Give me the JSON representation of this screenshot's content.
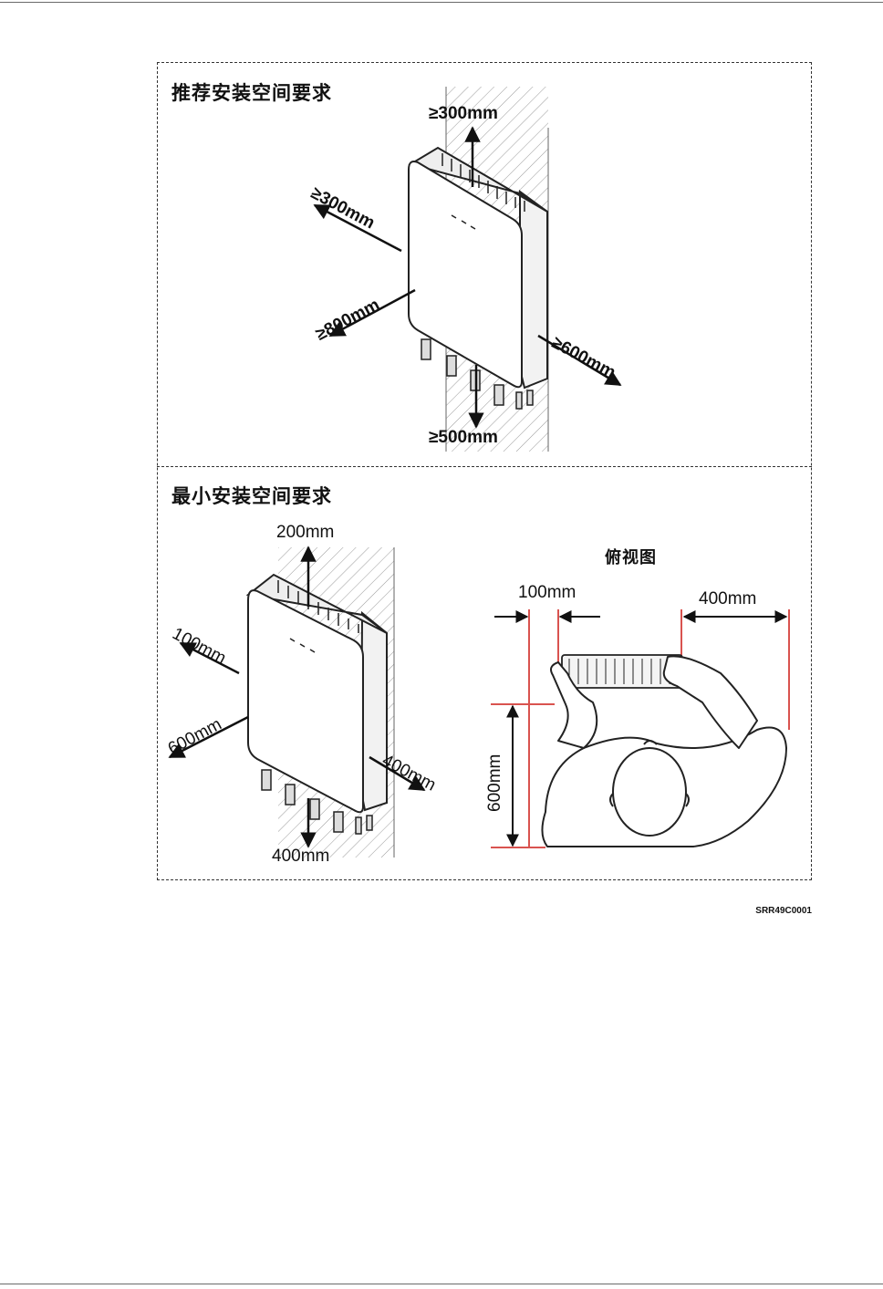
{
  "recommended": {
    "title": "推荐安装空间要求",
    "top": "≥300mm",
    "left": "≥300mm",
    "front": "≥800mm",
    "right": "≥600mm",
    "bottom": "≥500mm"
  },
  "minimum": {
    "title": "最小安装空间要求",
    "top": "200mm",
    "left": "100mm",
    "front": "600mm",
    "right": "400mm",
    "bottom": "400mm"
  },
  "top_view": {
    "title": "俯视图",
    "left_clearance": "100mm",
    "right_clearance": "400mm",
    "depth": "600mm"
  },
  "figure_code": "SRR49C0001",
  "colors": {
    "dimension_line": "#d9534f",
    "outline": "#222222"
  }
}
